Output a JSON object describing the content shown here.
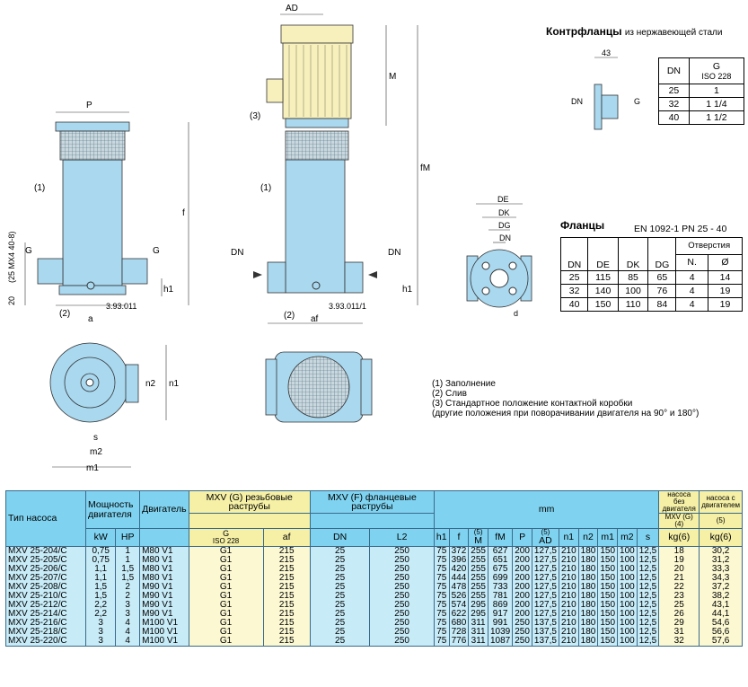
{
  "counterflanges": {
    "title": "Контрфланцы",
    "subtitle": "из нержавеющей стали",
    "dim_43": "43",
    "label_dn": "DN",
    "label_g": "G",
    "headers": {
      "dn": "DN",
      "g": "G",
      "g_std": "ISO 228"
    },
    "rows": [
      [
        "25",
        "1"
      ],
      [
        "32",
        "1 1/4"
      ],
      [
        "40",
        "1 1/2"
      ]
    ]
  },
  "flanges": {
    "title": "Фланцы",
    "standard": "EN 1092-1  PN 25 - 40",
    "holes_header": "Отверстия",
    "headers": [
      "DN",
      "DE",
      "DK",
      "DG",
      "N.",
      "Ø"
    ],
    "rows": [
      [
        "25",
        "115",
        "85",
        "65",
        "4",
        "14"
      ],
      [
        "32",
        "140",
        "100",
        "76",
        "4",
        "19"
      ],
      [
        "40",
        "150",
        "110",
        "84",
        "4",
        "19"
      ]
    ],
    "drawing_labels": {
      "de": "DE",
      "dk": "DK",
      "dg": "DG",
      "dn": "DN",
      "d": "d"
    }
  },
  "notes": [
    "(1) Заполнение",
    "(2) Слив",
    "(3) Стандартное положение контактной коробки",
    "(другие положения при поворачивании двигателя на 90° и 180°)"
  ],
  "drawing_labels": {
    "p": "P",
    "f": "f",
    "a": "a",
    "g": "G",
    "h1": "h1",
    "c1": "(1)",
    "c2": "(2)",
    "c3": "(3)",
    "mx4": "(25  MX4  40-8)",
    "twenty": "20",
    "code_left": "3.93.011",
    "ad": "AD",
    "m": "M",
    "fm": "fM",
    "dn": "DN",
    "af": "af",
    "code_right": "3.93.011/1",
    "n1": "n1",
    "n2": "n2",
    "s": "s",
    "m1": "m1",
    "m2": "m2"
  },
  "table": {
    "col_type": "Тип насоса",
    "col_power": "Мощность двигателя",
    "col_motor": "Двигатель",
    "col_mxvg": "MXV (G) резьбовые раструбы",
    "col_mxvf": "MXV (F) фланцевые раструбы",
    "col_mm": "mm",
    "col_without": "насоса без двигателя",
    "col_with": "насоса с двигателем",
    "mxvg_unit": "MXV (G)",
    "note4": "(4)",
    "note5": "(5)",
    "kg6": "kg(6)",
    "sub_kw": "kW",
    "sub_hp": "HP",
    "sub_g": "G",
    "sub_iso": "ISO 228",
    "sub_af": "af",
    "sub_dn": "DN",
    "sub_l2": "L2",
    "sub_h1": "h1",
    "sub_f": "f",
    "sub_m": "M",
    "sub_fm": "fM",
    "sub_p": "P",
    "sub_ad": "AD",
    "sub_n1": "n1",
    "sub_n2": "n2",
    "sub_m1": "m1",
    "sub_m2": "m2",
    "sub_s": "s",
    "rows": [
      [
        "MXV 25-204/C",
        "0,75",
        "1",
        "M80 V1",
        "G1",
        "215",
        "25",
        "250",
        "75",
        "372",
        "255",
        "627",
        "200",
        "127,5",
        "210",
        "180",
        "150",
        "100",
        "12,5",
        "18",
        "30,2"
      ],
      [
        "MXV 25-205/C",
        "0,75",
        "1",
        "M80 V1",
        "G1",
        "215",
        "25",
        "250",
        "75",
        "396",
        "255",
        "651",
        "200",
        "127,5",
        "210",
        "180",
        "150",
        "100",
        "12,5",
        "19",
        "31,2"
      ],
      [
        "MXV 25-206/C",
        "1,1",
        "1,5",
        "M80 V1",
        "G1",
        "215",
        "25",
        "250",
        "75",
        "420",
        "255",
        "675",
        "200",
        "127,5",
        "210",
        "180",
        "150",
        "100",
        "12,5",
        "20",
        "33,3"
      ],
      [
        "MXV 25-207/C",
        "1,1",
        "1,5",
        "M80 V1",
        "G1",
        "215",
        "25",
        "250",
        "75",
        "444",
        "255",
        "699",
        "200",
        "127,5",
        "210",
        "180",
        "150",
        "100",
        "12,5",
        "21",
        "34,3"
      ],
      [
        "MXV 25-208/C",
        "1,5",
        "2",
        "M90 V1",
        "G1",
        "215",
        "25",
        "250",
        "75",
        "478",
        "255",
        "733",
        "200",
        "127,5",
        "210",
        "180",
        "150",
        "100",
        "12,5",
        "22",
        "37,2"
      ],
      [
        "MXV 25-210/C",
        "1,5",
        "2",
        "M90 V1",
        "G1",
        "215",
        "25",
        "250",
        "75",
        "526",
        "255",
        "781",
        "200",
        "127,5",
        "210",
        "180",
        "150",
        "100",
        "12,5",
        "23",
        "38,2"
      ],
      [
        "MXV 25-212/C",
        "2,2",
        "3",
        "M90 V1",
        "G1",
        "215",
        "25",
        "250",
        "75",
        "574",
        "295",
        "869",
        "200",
        "127,5",
        "210",
        "180",
        "150",
        "100",
        "12,5",
        "25",
        "43,1"
      ],
      [
        "MXV 25-214/C",
        "2,2",
        "3",
        "M90 V1",
        "G1",
        "215",
        "25",
        "250",
        "75",
        "622",
        "295",
        "917",
        "200",
        "127,5",
        "210",
        "180",
        "150",
        "100",
        "12,5",
        "26",
        "44,1"
      ],
      [
        "MXV 25-216/C",
        "3",
        "4",
        "M100 V1",
        "G1",
        "215",
        "25",
        "250",
        "75",
        "680",
        "311",
        "991",
        "250",
        "137,5",
        "210",
        "180",
        "150",
        "100",
        "12,5",
        "29",
        "54,6"
      ],
      [
        "MXV 25-218/C",
        "3",
        "4",
        "M100 V1",
        "G1",
        "215",
        "25",
        "250",
        "75",
        "728",
        "311",
        "1039",
        "250",
        "137,5",
        "210",
        "180",
        "150",
        "100",
        "12,5",
        "31",
        "56,6"
      ],
      [
        "MXV 25-220/C",
        "3",
        "4",
        "M100 V1",
        "G1",
        "215",
        "25",
        "250",
        "75",
        "776",
        "311",
        "1087",
        "250",
        "137,5",
        "210",
        "180",
        "150",
        "100",
        "12,5",
        "32",
        "57,6"
      ]
    ]
  },
  "colors": {
    "pump_body": "#a9d8ef",
    "motor": "#f7f0bd",
    "table_header": "#7fd3f0",
    "table_cell": "#c7ebf7",
    "table_yellow": "#f5f0a6"
  }
}
